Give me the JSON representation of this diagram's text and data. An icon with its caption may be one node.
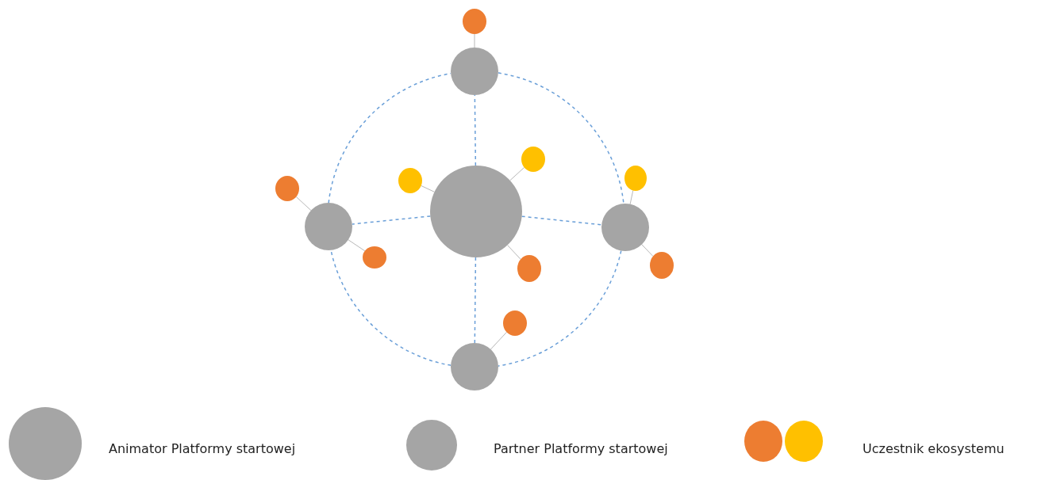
{
  "diagram": {
    "nodes": [
      {
        "text": [],
        "shape": "circle"
      },
      {
        "text": [],
        "shape": "circle"
      },
      {
        "text": [],
        "shape": "circle"
      },
      {
        "text": [],
        "shape": "circle"
      },
      {
        "text": [],
        "shape": "circle"
      },
      {
        "text": [],
        "shape": "circle"
      },
      {
        "text": [],
        "shape": "circle"
      },
      {
        "text": [],
        "shape": "circle"
      },
      {
        "text": [],
        "shape": "circle"
      },
      {
        "text": [],
        "shape": "circle"
      },
      {
        "text": [],
        "shape": "circle"
      },
      {
        "text": [],
        "shape": "circle"
      },
      {
        "text": [],
        "shape": "circle"
      },
      {
        "text": [],
        "shape": "circle"
      }
    ],
    "edges": [
      {
        "from": 0,
        "to": 1,
        "arrow": "none",
        "style": "dashed",
        "color": "#6a9fd8"
      },
      {
        "from": 0,
        "to": 2,
        "arrow": "none",
        "style": "dashed",
        "color": "#6a9fd8"
      },
      {
        "from": 0,
        "to": 3,
        "arrow": "none",
        "style": "dashed",
        "color": "#6a9fd8"
      },
      {
        "from": 0,
        "to": 4,
        "arrow": "none",
        "style": "dashed",
        "color": "#6a9fd8"
      },
      {
        "from": 1,
        "to": 3,
        "arrow": "none",
        "style": "dashed",
        "color": "#6a9fd8"
      },
      {
        "from": 3,
        "to": 4,
        "arrow": "none",
        "style": "dashed",
        "color": "#6a9fd8"
      },
      {
        "from": 4,
        "to": 2,
        "arrow": "none",
        "style": "dashed",
        "color": "#6a9fd8"
      },
      {
        "from": 2,
        "to": 1,
        "arrow": "none",
        "style": "dashed",
        "color": "#6a9fd8"
      },
      {
        "from": 5,
        "to": 1,
        "arrow": "none"
      },
      {
        "from": 6,
        "to": 2,
        "arrow": "none"
      },
      {
        "from": 7,
        "to": 0,
        "arrow": "none"
      },
      {
        "from": 8,
        "to": 0,
        "arrow": "none"
      },
      {
        "from": 9,
        "to": 2,
        "arrow": "none"
      },
      {
        "from": 10,
        "to": 0,
        "arrow": "none"
      },
      {
        "from": 11,
        "to": 3,
        "arrow": "none"
      },
      {
        "from": 12,
        "to": 3,
        "arrow": "none"
      },
      {
        "from": 13,
        "to": 4,
        "arrow": "none"
      }
    ],
    "legend": [
      {
        "text": "Animator Platformy startowej",
        "color": "#a5a5a5"
      },
      {
        "text": "Partner Platformy startowej",
        "color": "#a5a5a5"
      },
      {
        "text": "Uczestnik ekosystemu"
      }
    ]
  }
}
